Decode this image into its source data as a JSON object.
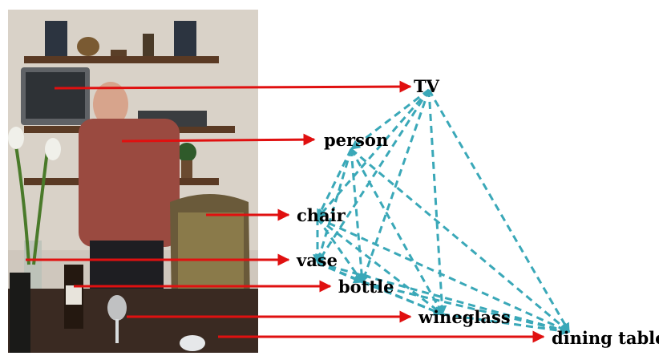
{
  "nodes": [
    {
      "id": "tv",
      "label": "TV"
    },
    {
      "id": "person",
      "label": "person"
    },
    {
      "id": "chair",
      "label": "chair"
    },
    {
      "id": "vase",
      "label": "vase"
    },
    {
      "id": "bottle",
      "label": "bottle"
    },
    {
      "id": "wineglass",
      "label": "wineglass"
    },
    {
      "id": "dining_table",
      "label": "dining table"
    }
  ],
  "edges": [
    [
      "tv",
      "person"
    ],
    [
      "tv",
      "chair"
    ],
    [
      "tv",
      "vase"
    ],
    [
      "tv",
      "bottle"
    ],
    [
      "tv",
      "wineglass"
    ],
    [
      "tv",
      "dining_table"
    ],
    [
      "person",
      "chair"
    ],
    [
      "person",
      "vase"
    ],
    [
      "person",
      "bottle"
    ],
    [
      "person",
      "wineglass"
    ],
    [
      "person",
      "dining_table"
    ],
    [
      "chair",
      "vase"
    ],
    [
      "chair",
      "bottle"
    ],
    [
      "chair",
      "wineglass"
    ],
    [
      "chair",
      "dining_table"
    ],
    [
      "vase",
      "bottle"
    ],
    [
      "vase",
      "wineglass"
    ],
    [
      "vase",
      "dining_table"
    ],
    [
      "bottle",
      "wineglass"
    ],
    [
      "bottle",
      "dining_table"
    ],
    [
      "wineglass",
      "dining_table"
    ]
  ],
  "colors": {
    "edge": "#3aa8b8",
    "arrow": "#e01010",
    "label": "#000000"
  }
}
